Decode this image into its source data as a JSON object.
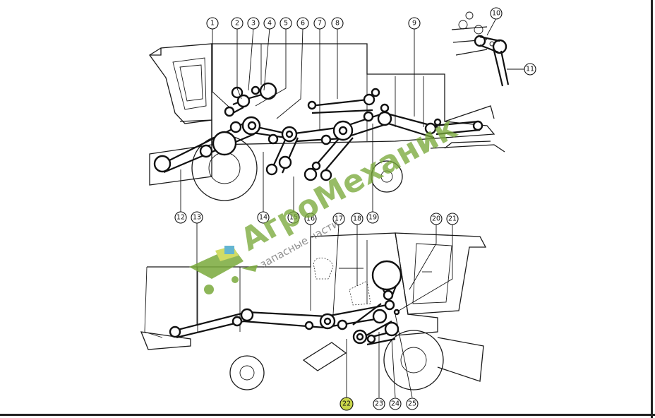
{
  "watermark": {
    "title": "АгроМеханик",
    "subtitle": "запасные части",
    "brand_color": "#7aaa3c"
  },
  "callouts": [
    "1",
    "2",
    "3",
    "4",
    "5",
    "6",
    "7",
    "8",
    "9",
    "10",
    "11",
    "12",
    "13",
    "14",
    "15",
    "16",
    "17",
    "18",
    "19",
    "20",
    "21",
    "22",
    "23",
    "24",
    "25"
  ],
  "highlighted_callout": "22",
  "highlight_color": "#c9d64a"
}
